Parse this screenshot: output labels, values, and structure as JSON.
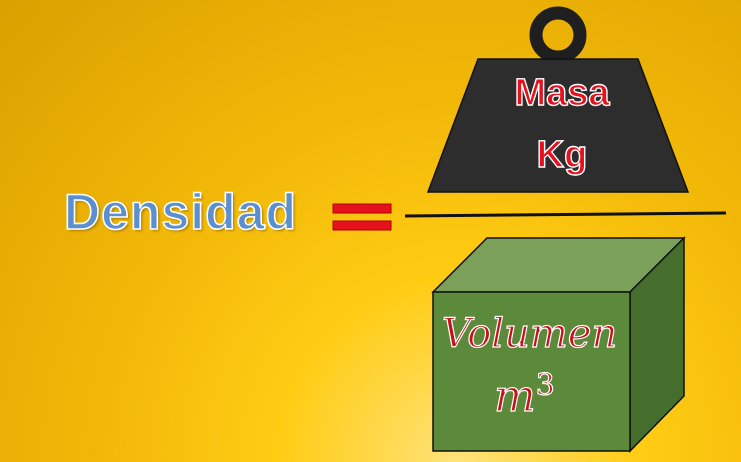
{
  "formula": {
    "left_label": "Densidad",
    "numerator": {
      "label": "Masa",
      "unit": "Kg"
    },
    "denominator": {
      "label": "Volumen",
      "unit_base": "m",
      "unit_exponent": "3"
    }
  },
  "colors": {
    "background": "#ffcc14",
    "densidad_text": "#5b8fd0",
    "red_text": "#e5111d",
    "equals_sign": "#e5111d",
    "weight_fill": "#2d2d2d",
    "cube_front": "#5b8a3b",
    "cube_top": "#7aa05a",
    "cube_side": "#456e2c"
  },
  "icons": {
    "weight": "weight-icon",
    "cube": "cube-icon"
  }
}
